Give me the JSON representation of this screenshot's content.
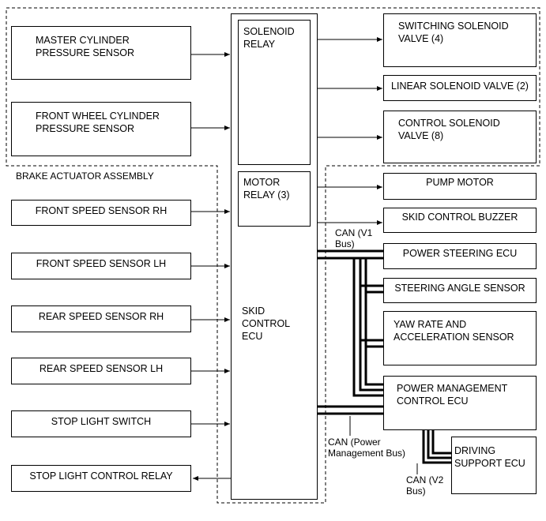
{
  "assembly_label": "BRAKE ACTUATOR ASSEMBLY",
  "inputs": {
    "master_cylinder": "MASTER CYLINDER\nPRESSURE SENSOR",
    "front_wheel_cylinder": "FRONT WHEEL CYLINDER\nPRESSURE SENSOR",
    "front_speed_rh": "FRONT SPEED SENSOR RH",
    "front_speed_lh": "FRONT SPEED SENSOR LH",
    "rear_speed_rh": "REAR SPEED SENSOR RH",
    "rear_speed_lh": "REAR SPEED SENSOR LH",
    "stop_light_switch": "STOP LIGHT SWITCH",
    "stop_light_control_relay": "STOP LIGHT CONTROL RELAY"
  },
  "ecu": {
    "solenoid_relay": "SOLENOID\nRELAY",
    "motor_relay": "MOTOR\nRELAY (3)",
    "skid_control_ecu": "SKID\nCONTROL\nECU"
  },
  "outputs": {
    "switching_solenoid": "SWITCHING SOLENOID\nVALVE (4)",
    "linear_solenoid": "LINEAR SOLENOID VALVE (2)",
    "control_solenoid": "CONTROL SOLENOID\nVALVE (8)",
    "pump_motor": "PUMP MOTOR",
    "skid_control_buzzer": "SKID CONTROL BUZZER",
    "power_steering_ecu": "POWER STEERING ECU",
    "steering_angle_sensor": "STEERING ANGLE SENSOR",
    "yaw_rate_sensor": "YAW RATE AND\nACCELERATION SENSOR",
    "power_management_ecu": "POWER MANAGEMENT\nCONTROL ECU",
    "driving_support_ecu": "DRIVING\nSUPPORT ECU"
  },
  "bus_labels": {
    "can_v1": "CAN (V1\nBus)",
    "can_power": "CAN (Power\nManagement Bus)",
    "can_v2": "CAN (V2\nBus)"
  }
}
